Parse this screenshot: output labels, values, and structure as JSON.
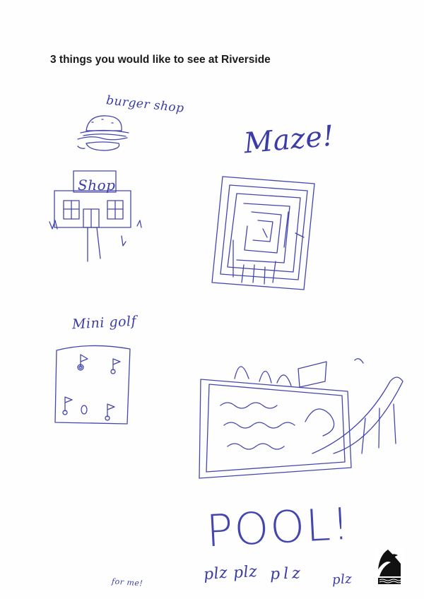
{
  "title": "3 things you would like to see at Riverside",
  "handwriting": {
    "burger_label": "burger shop",
    "shop_sign": "Shop",
    "maze_label": "Maze!",
    "mini_golf_label": "Mini golf",
    "pool_label": "POOL!",
    "plz_1": "plz",
    "plz_2": "plz",
    "plz_3": "plz",
    "plz_4": "plz",
    "for_me": "for me!"
  },
  "colors": {
    "ink": "#4446b0",
    "title": "#1b1b1b"
  },
  "icons": [
    "burger-icon",
    "shop-building-icon",
    "maze-icon",
    "mini-golf-course-icon",
    "pool-slide-icon",
    "riverside-logo-icon"
  ]
}
